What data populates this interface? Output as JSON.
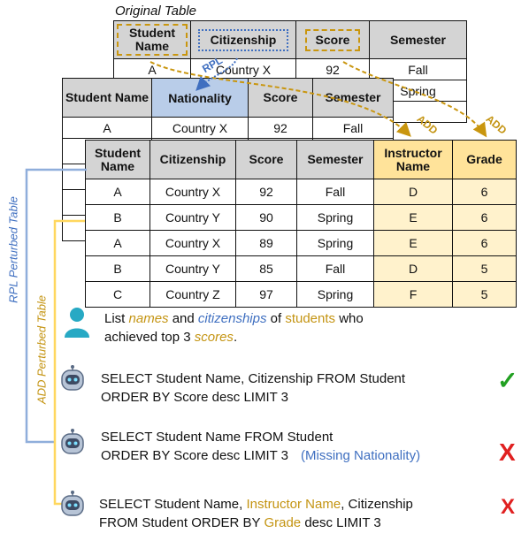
{
  "original": {
    "title": "Original Table",
    "headers": [
      "Student Name",
      "Citizenship",
      "Score",
      "Semester"
    ],
    "rows": [
      [
        "A",
        "Country X",
        "92",
        "Fall"
      ]
    ],
    "partial": "Spring"
  },
  "rpl_table": {
    "headers": [
      "Student Name",
      "Nationality",
      "Score",
      "Semester"
    ],
    "rows": [
      [
        "A",
        "Country X",
        "92",
        "Fall"
      ]
    ]
  },
  "add_table": {
    "headers": [
      "Student Name",
      "Citizenship",
      "Score",
      "Semester",
      "Instructor Name",
      "Grade"
    ],
    "rows": [
      [
        "A",
        "Country X",
        "92",
        "Fall",
        "D",
        "6"
      ],
      [
        "B",
        "Country Y",
        "90",
        "Spring",
        "E",
        "6"
      ],
      [
        "A",
        "Country X",
        "89",
        "Spring",
        "E",
        "6"
      ],
      [
        "B",
        "Country Y",
        "85",
        "Fall",
        "D",
        "5"
      ],
      [
        "C",
        "Country Z",
        "97",
        "Spring",
        "F",
        "5"
      ]
    ]
  },
  "labels": {
    "rpl": "RPL",
    "add1": "ADD",
    "add2": "ADD",
    "rpl_side": "RPL Perturbed Table",
    "add_side": "ADD Perturbed Table"
  },
  "question": {
    "p1": "List ",
    "names": "names",
    "p2": " and ",
    "citizenships": "citizenships",
    "p3": " of ",
    "students": "students",
    "p4": " who",
    "p5": "achieved top 3 ",
    "scores": "scores",
    "p6": "."
  },
  "answers": [
    {
      "line1": "SELECT Student Name, Citizenship FROM Student",
      "line2": "ORDER BY Score desc LIMIT 3",
      "mark": "✓"
    },
    {
      "line1": "SELECT Student Name FROM Student",
      "line2": "ORDER BY Score desc LIMIT 3",
      "note": "(Missing Nationality)",
      "mark": "X"
    },
    {
      "l1a": "SELECT Student Name, ",
      "l1b": "Instructor Name",
      "l1c": ", Citizenship",
      "l2a": "FROM Student ORDER BY ",
      "l2b": "Grade",
      "l2c": " desc LIMIT 3",
      "mark": "X"
    }
  ],
  "colors": {
    "gold": "#c9960f",
    "blue": "#3f6fc0",
    "red": "#e02020",
    "green": "#22a022",
    "grey": "#d4d4d4",
    "yellow": "#fff2cc"
  }
}
